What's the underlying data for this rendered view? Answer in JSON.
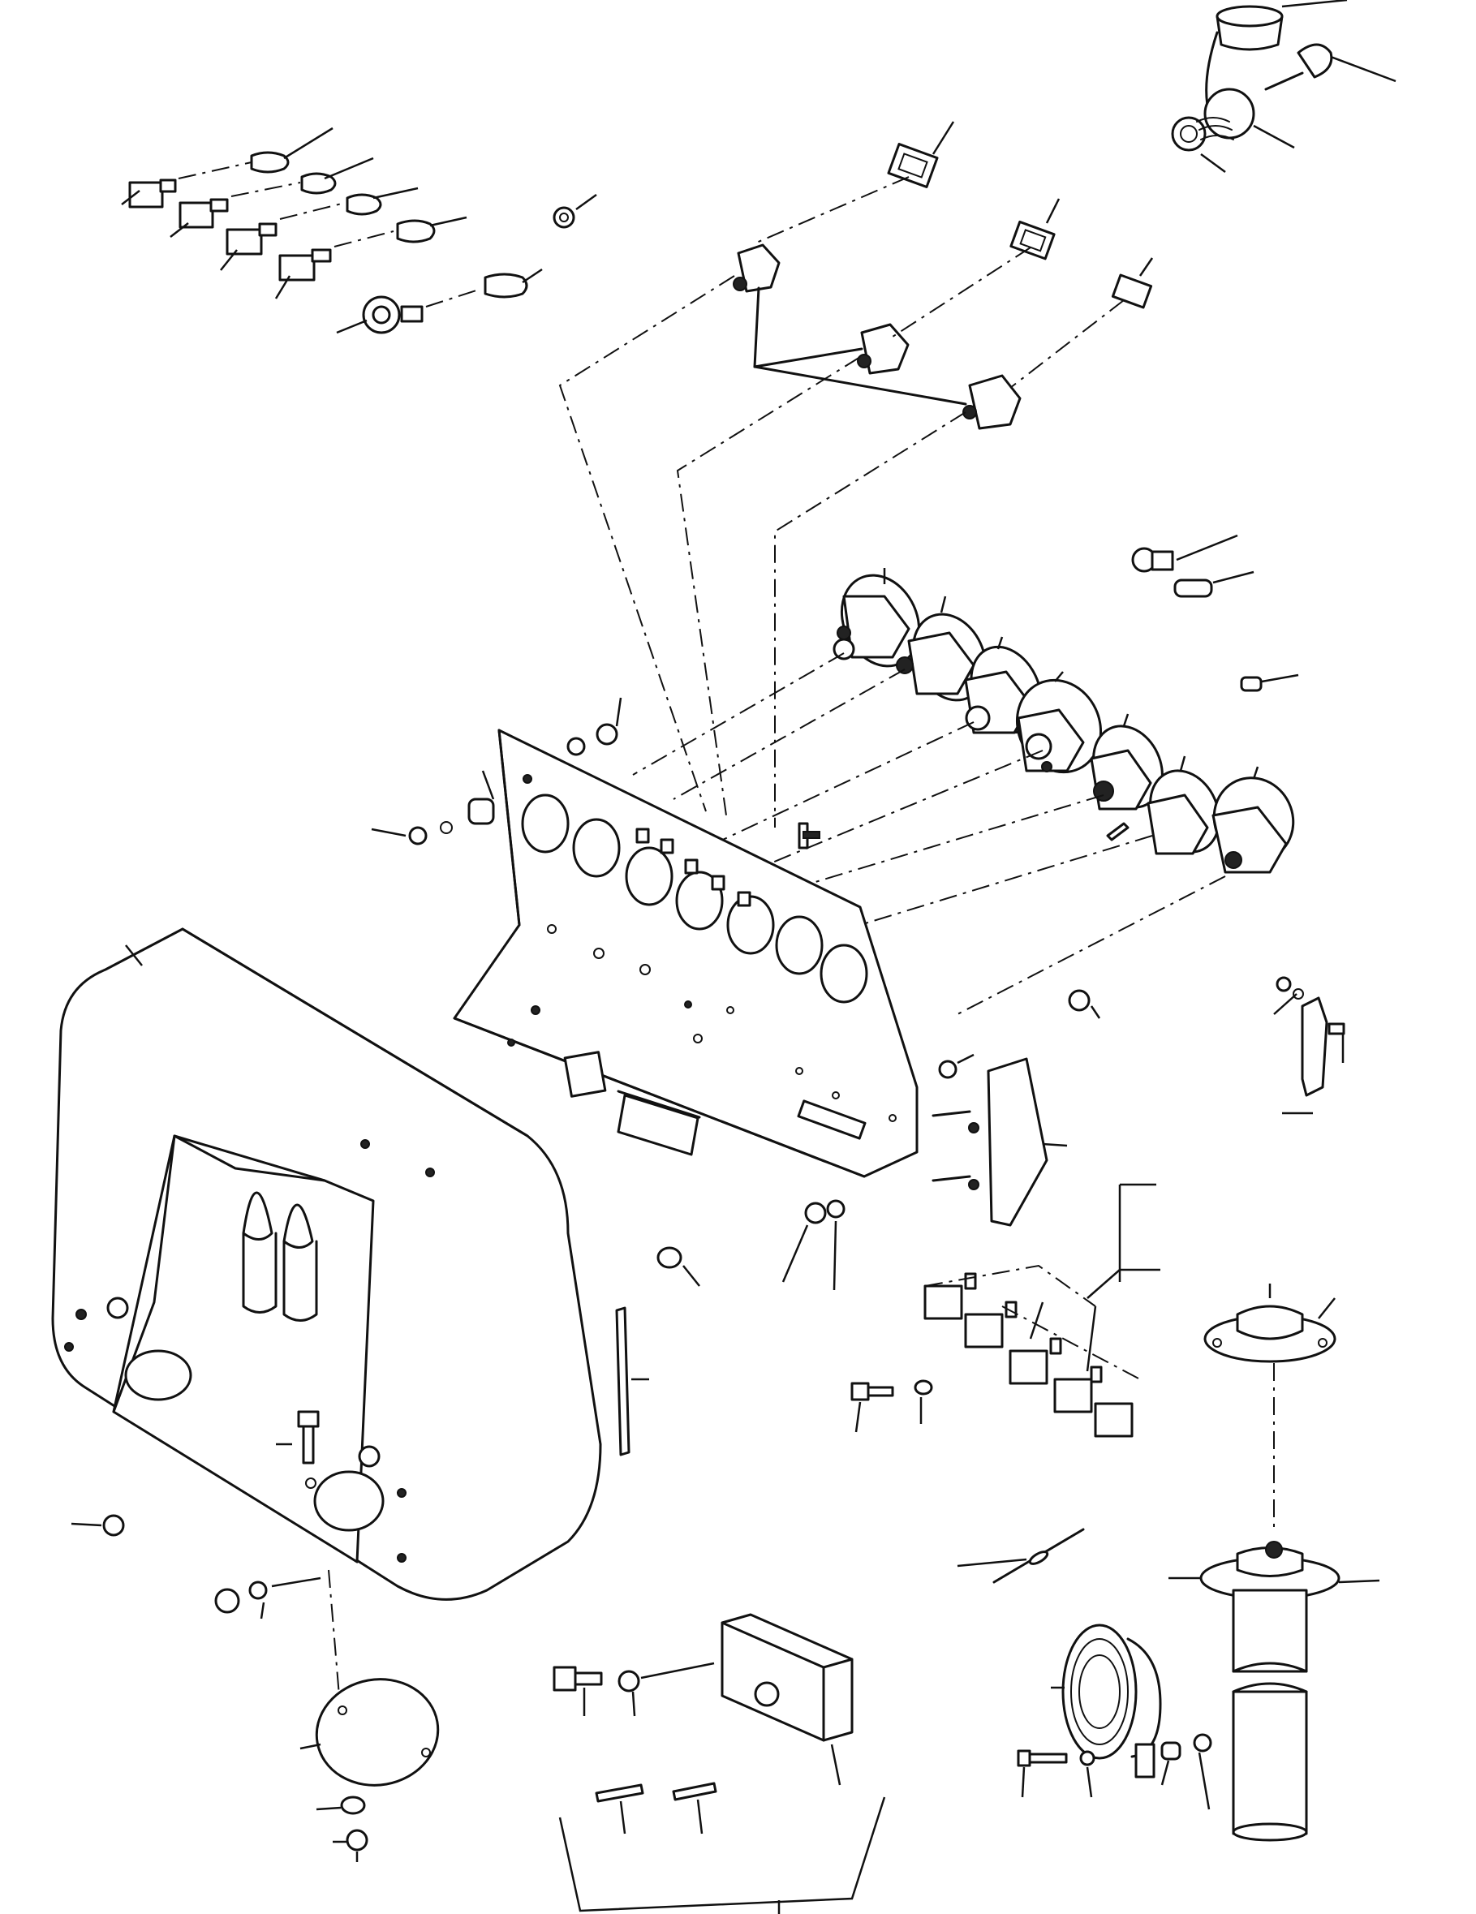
{
  "diagram": {
    "kind": "exploded-parts-diagram",
    "background": "#ffffff",
    "line_color": "#111111",
    "parts": [
      "bulb-sockets",
      "ignition-key-switch",
      "warning-lamp-lenses",
      "instrument-gauges",
      "instrument-panel",
      "dashboard-housing",
      "relays",
      "fuel-sender-unit",
      "horn",
      "fuse-box",
      "cover-plate",
      "bracket"
    ]
  }
}
